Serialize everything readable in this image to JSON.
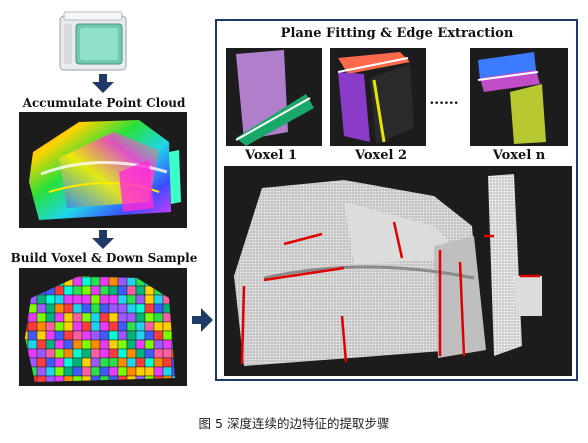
{
  "left": {
    "step1": "Accumulate Point Cloud",
    "step2": "Build Voxel & Down Sample"
  },
  "right": {
    "title": "Plane Fitting & Edge Extraction",
    "voxels": [
      "Voxel 1",
      "Voxel 2",
      "Voxel n"
    ],
    "ellipsis": "......"
  },
  "caption": "图 5 深度连续的边特征的提取步骤",
  "colors": {
    "arrow": "#1f3a66",
    "frame": "#1f3a66",
    "edge_red": "#e00000"
  }
}
